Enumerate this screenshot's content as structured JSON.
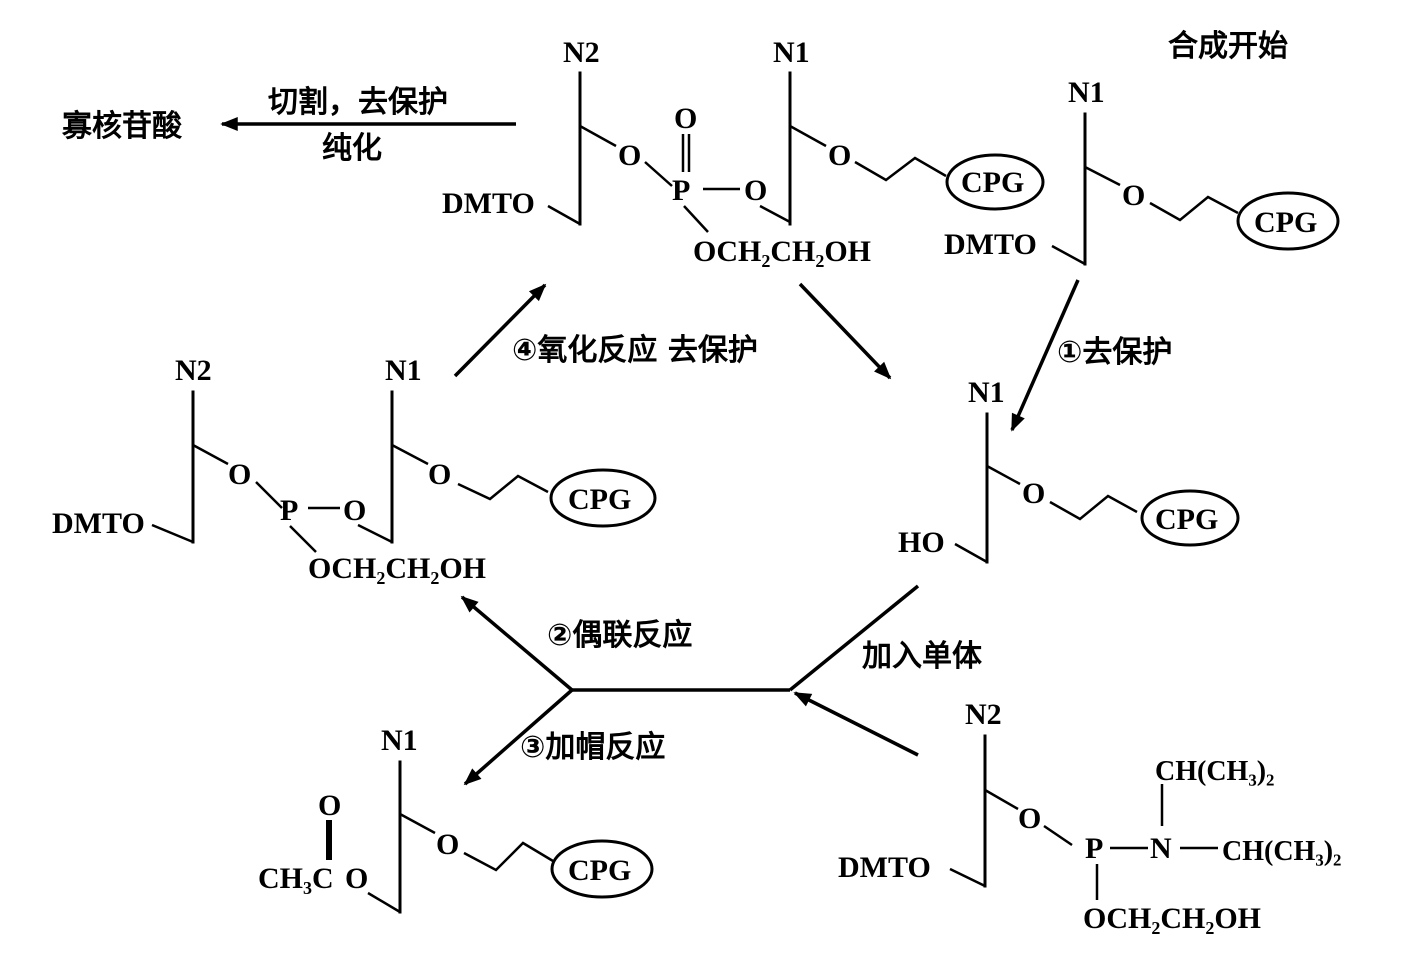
{
  "diagram": {
    "title": "合成开始",
    "final_step": {
      "product": "寡核苷酸",
      "condition_top": "切割，去保护",
      "condition_bottom": "纯化"
    },
    "steps": [
      {
        "id": 1,
        "label": "①去保护"
      },
      {
        "id": 2,
        "label": "②偶联反应"
      },
      {
        "id": 3,
        "label": "③加帽反应"
      },
      {
        "id": 4,
        "label": "④氧化反应  去保护"
      }
    ],
    "add_monomer": "加入单体",
    "labels": {
      "n1": "N1",
      "n2": "N2",
      "dmto": "DMTO",
      "ho": "HO",
      "o": "O",
      "p": "P",
      "n": "N",
      "cpg": "CPG",
      "ch3co": "CH",
      "ch3co_sub": "3",
      "ch3co_tail": "C",
      "och2ch2oh": "OCH₂CH₂OH",
      "ch_ch3_2": "CH(CH₃)₂"
    },
    "structures": [
      {
        "name": "start-support",
        "description": "DMTO–N1 nucleoside linked to CPG"
      },
      {
        "name": "deprotected-support",
        "description": "HO–N1 nucleoside linked to CPG"
      },
      {
        "name": "phosphoramidite-monomer",
        "description": "DMTO–N2 nucleoside phosphoramidite"
      },
      {
        "name": "coupled-dimer",
        "description": "DMTO–N2–P–N1–CPG phosphite triester"
      },
      {
        "name": "capped-support",
        "description": "Acetyl-capped N1–CPG"
      },
      {
        "name": "oxidized-dimer",
        "description": "DMTO–N2–P(=O)–N1–CPG phosphate triester"
      }
    ]
  }
}
